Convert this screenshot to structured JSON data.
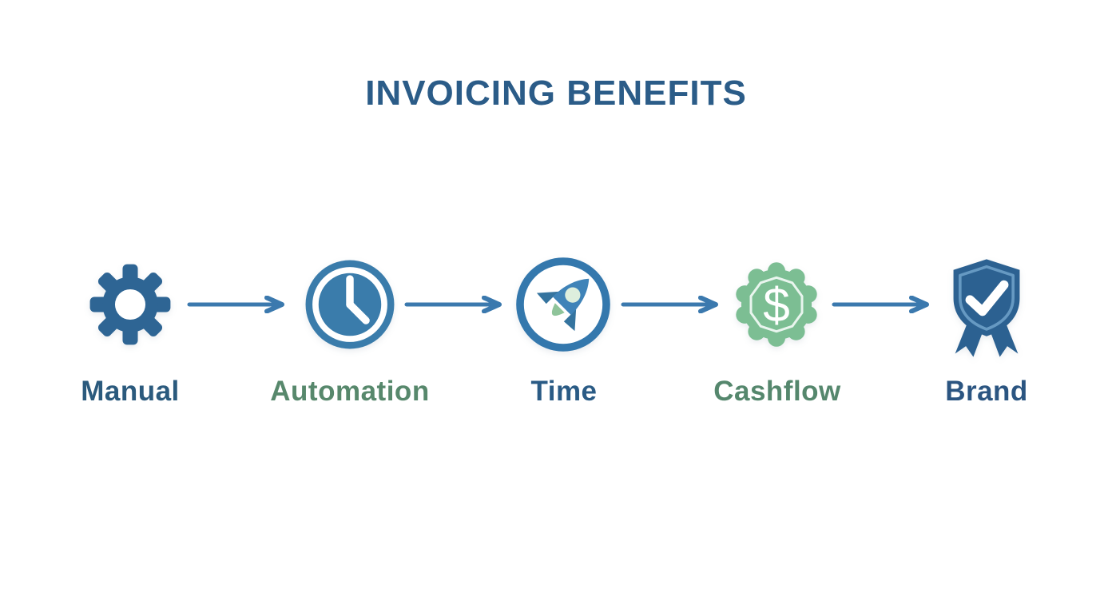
{
  "title": "INVOICING BENEFITS",
  "colors": {
    "background": "#ffffff",
    "title_text": "#2b5c88",
    "arrow": "#3b79ae",
    "gear": "#2e6594",
    "clock": "#3a7cab",
    "clock_detail": "#ffffff",
    "rocket_ring": "#3478ad",
    "rocket_body": "#3f83b8",
    "rocket_fin": "#35749f",
    "rocket_window": "#ddeedd",
    "rocket_flame": "#8fc49a",
    "badge": "#7cbe93",
    "badge_inner_line": "#e9f5ee",
    "badge_dollar": "#ffffff",
    "shield": "#2c6191",
    "shield_inner_line": "#6699c2",
    "shield_check": "#ffffff",
    "label_blue": "#2b5a7d",
    "label_green": "#57886c"
  },
  "badge_dollar_glyph": "$",
  "steps": [
    {
      "label": "Manual",
      "icon": "gear",
      "label_color": "#2b5a7d"
    },
    {
      "label": "Automation",
      "icon": "clock",
      "label_color": "#57886c"
    },
    {
      "label": "Time",
      "icon": "rocket",
      "label_color": "#2a5b85"
    },
    {
      "label": "Cashflow",
      "icon": "dollar-badge",
      "label_color": "#55876d"
    },
    {
      "label": "Brand",
      "icon": "shield-check",
      "label_color": "#2b5581"
    }
  ],
  "arrow_count": 4
}
